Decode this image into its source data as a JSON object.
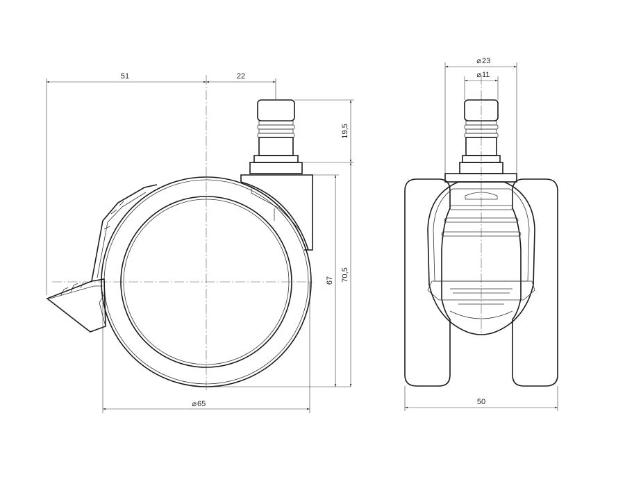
{
  "dimensions": {
    "side_top_left": "51",
    "side_top_right": "22",
    "stem_height": "19,5",
    "inner_height": "67",
    "outer_height": "70,5",
    "wheel_diameter": "65",
    "front_outer_diameter": "23",
    "front_inner_diameter": "11",
    "front_width": "50"
  },
  "symbols": {
    "diameter": "⌀"
  }
}
